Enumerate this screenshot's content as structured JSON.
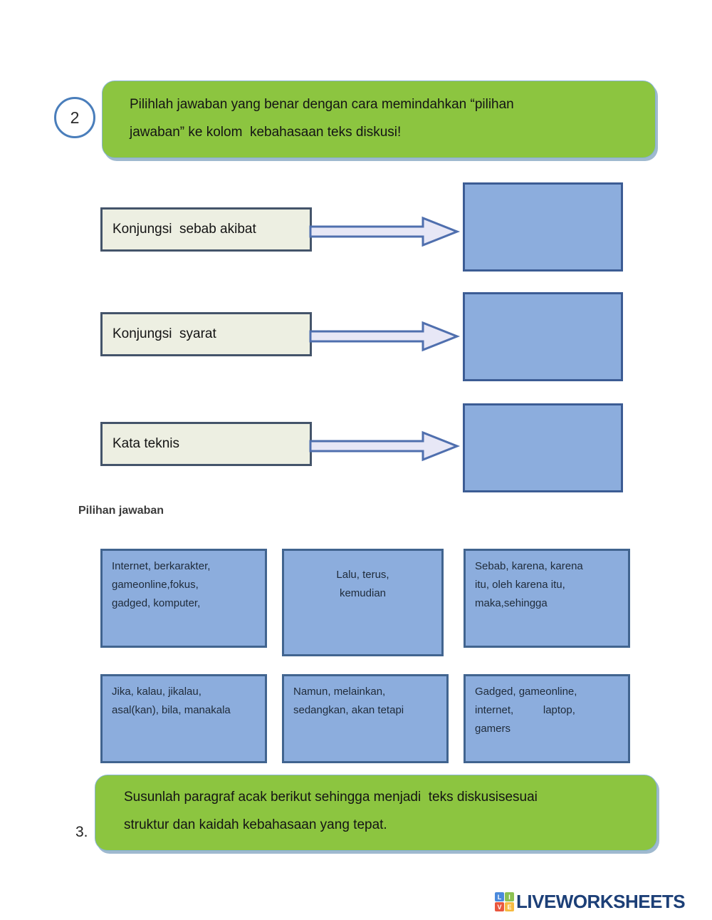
{
  "header": {
    "number": "2",
    "instruction_line1": "Pilihlah jawaban yang benar dengan cara memindahkan “pilihan",
    "instruction_line2": "jawaban” ke kolom  kebahasaan teks diskusi!"
  },
  "matching": {
    "rows": [
      {
        "label": "Konjungsi  sebab akibat"
      },
      {
        "label": "Konjungsi  syarat"
      },
      {
        "label": "Kata teknis"
      }
    ]
  },
  "answer_section": {
    "heading": "Pilihan jawaban",
    "options": [
      "Internet, berkarakter,\ngameonline,fokus,\ngadged, komputer,",
      "Lalu, terus,\nkemudian",
      "Sebab, karena, karena\nitu, oleh karena itu,\nmaka,sehingga",
      "Jika, kalau, jikalau,\nasal(kan), bila, manakala",
      "Namun, melainkan,\nsedangkan, akan tetapi",
      "Gadged, gameonline,\ninternet,          laptop,\ngamers"
    ]
  },
  "footer_question": {
    "number": "3.",
    "instruction_line1": "Susunlah paragraf acak berikut sehingga menjadi  teks diskusisesuai",
    "instruction_line2": "struktur dan kaidah kebahasaan yang tepat."
  },
  "branding": {
    "name": "LIVEWORKSHEETS",
    "tiles": [
      {
        "letter": "L",
        "color": "#4a89dc"
      },
      {
        "letter": "I",
        "color": "#8cc152"
      },
      {
        "letter": "V",
        "color": "#e9573f"
      },
      {
        "letter": "E",
        "color": "#f6bb42"
      }
    ]
  },
  "colors": {
    "instruction_box_green": "#8cc540",
    "label_box_fill": "#edefe2",
    "label_box_border": "#44546a",
    "drop_box_fill": "#8caddd",
    "drop_box_border": "#3c5c94",
    "arrow_fill": "#e7e7f6",
    "arrow_stroke": "#4f6fae",
    "badge_border_blue": "#4a7ebb",
    "logo_text_blue": "#1c3f77"
  }
}
